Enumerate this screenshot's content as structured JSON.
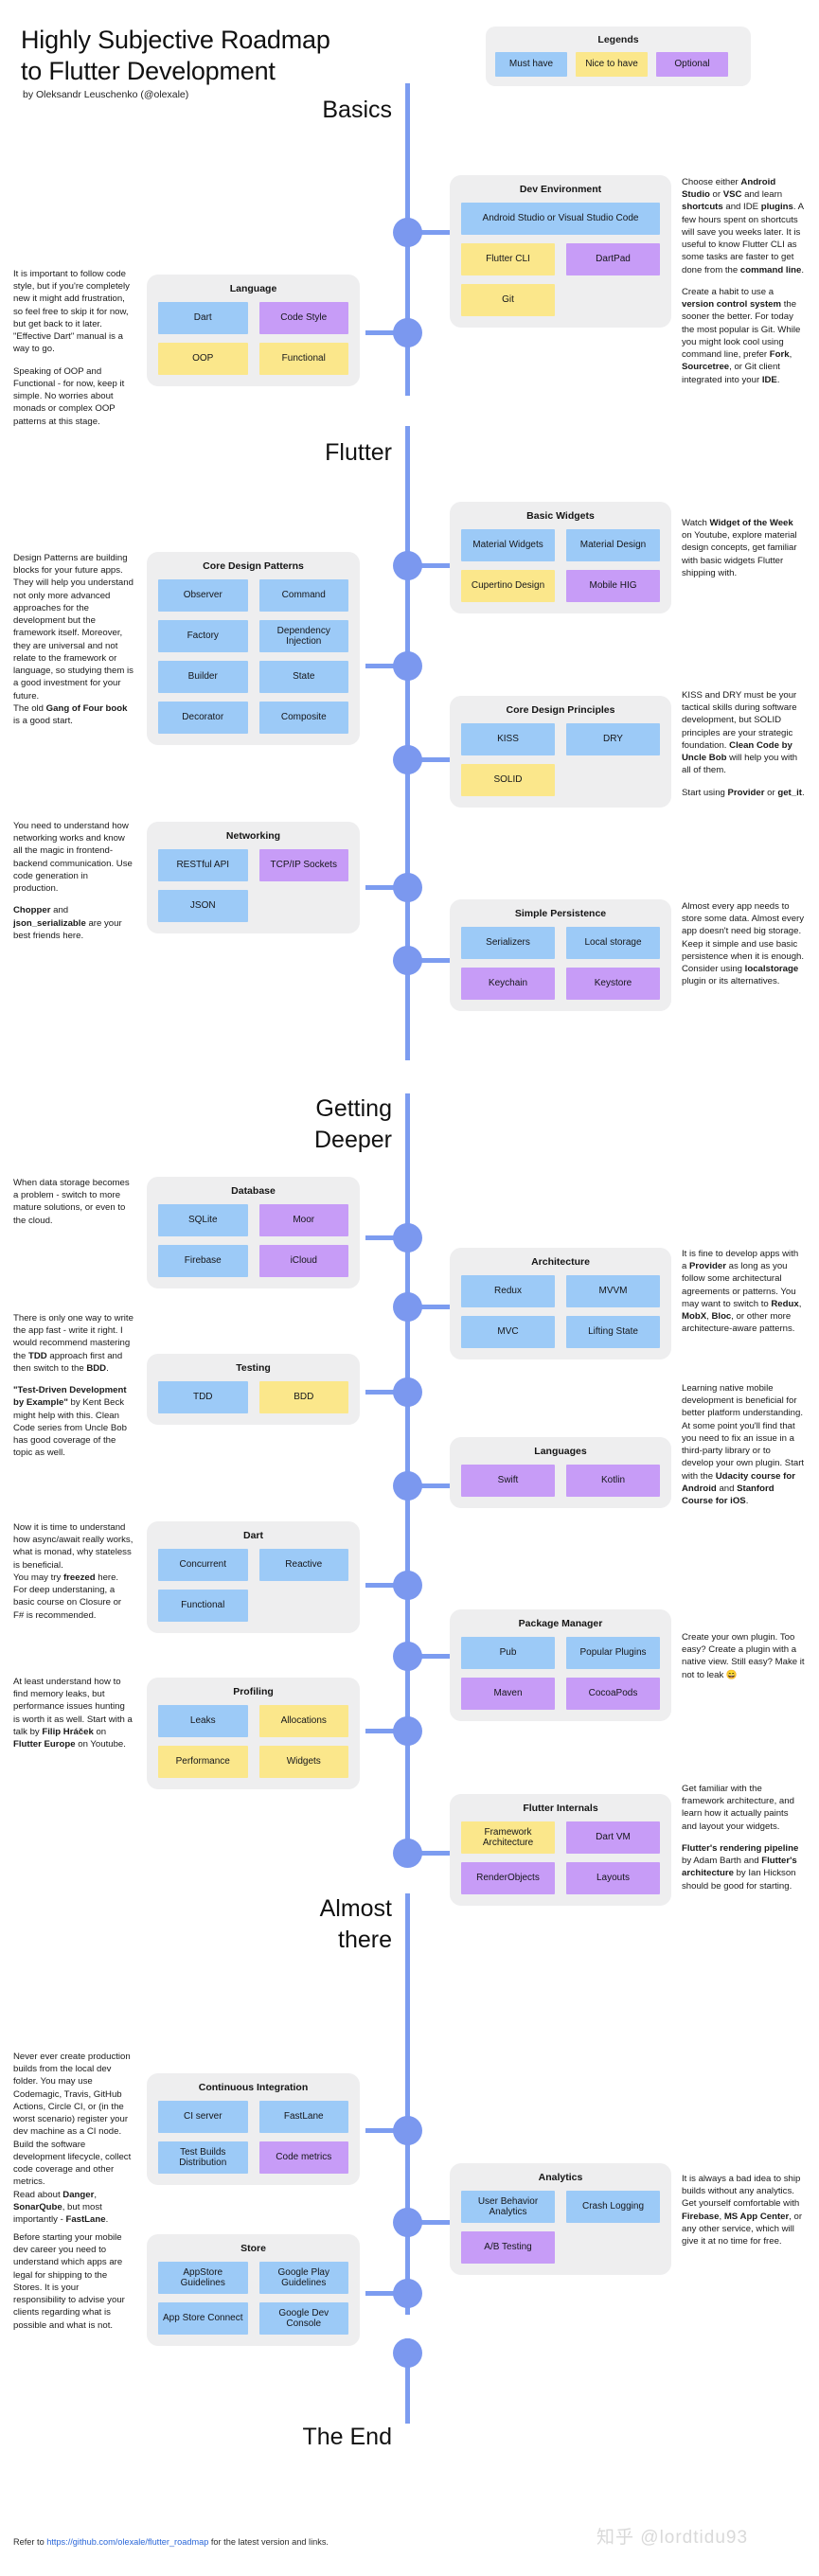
{
  "header": {
    "title_line1": "Highly Subjective Roadmap",
    "title_line2": "to Flutter Development",
    "byline": "by Oleksandr Leuschenko (@olexale)"
  },
  "legends": {
    "title": "Legends",
    "items": [
      {
        "label": "Must have",
        "color": "#9ccaf7"
      },
      {
        "label": "Nice to have",
        "color": "#fbe78b"
      },
      {
        "label": "Optional",
        "color": "#c79cf7"
      }
    ]
  },
  "stages": [
    {
      "name": "Basics"
    },
    {
      "name": "Flutter"
    },
    {
      "name": "Getting"
    },
    {
      "name": "Deeper"
    },
    {
      "name": "Almost"
    },
    {
      "name": "there"
    },
    {
      "name": "The End"
    }
  ],
  "cards": {
    "dev_environment": {
      "title": "Dev Environment",
      "chips": [
        {
          "label": "Android Studio or Visual Studio Code",
          "type": "must"
        },
        {
          "label": "Flutter CLI",
          "type": "nice"
        },
        {
          "label": "DartPad",
          "type": "opt"
        },
        {
          "label": "Git",
          "type": "nice"
        }
      ]
    },
    "language": {
      "title": "Language",
      "chips": [
        {
          "label": "Dart",
          "type": "must"
        },
        {
          "label": "Code Style",
          "type": "opt"
        },
        {
          "label": "OOP",
          "type": "nice"
        },
        {
          "label": "Functional",
          "type": "nice"
        }
      ]
    },
    "basic_widgets": {
      "title": "Basic Widgets",
      "chips": [
        {
          "label": "Material Widgets",
          "type": "must"
        },
        {
          "label": "Material Design",
          "type": "must"
        },
        {
          "label": "Cupertino Design",
          "type": "nice"
        },
        {
          "label": "Mobile HIG",
          "type": "opt"
        }
      ]
    },
    "core_design_patterns": {
      "title": "Core Design Patterns",
      "chips": [
        {
          "label": "Observer",
          "type": "must"
        },
        {
          "label": "Command",
          "type": "must"
        },
        {
          "label": "Factory",
          "type": "must"
        },
        {
          "label": "Dependency Injection",
          "type": "must"
        },
        {
          "label": "Builder",
          "type": "must"
        },
        {
          "label": "State",
          "type": "must"
        },
        {
          "label": "Decorator",
          "type": "must"
        },
        {
          "label": "Composite",
          "type": "must"
        }
      ]
    },
    "core_design_principles": {
      "title": "Core Design Principles",
      "chips": [
        {
          "label": "KISS",
          "type": "must"
        },
        {
          "label": "DRY",
          "type": "must"
        },
        {
          "label": "SOLID",
          "type": "nice"
        }
      ]
    },
    "networking": {
      "title": "Networking",
      "chips": [
        {
          "label": "RESTful API",
          "type": "must"
        },
        {
          "label": "TCP/IP Sockets",
          "type": "opt"
        },
        {
          "label": "JSON",
          "type": "must"
        }
      ]
    },
    "simple_persistence": {
      "title": "Simple Persistence",
      "chips": [
        {
          "label": "Serializers",
          "type": "must"
        },
        {
          "label": "Local storage",
          "type": "must"
        },
        {
          "label": "Keychain",
          "type": "opt"
        },
        {
          "label": "Keystore",
          "type": "opt"
        }
      ]
    },
    "database": {
      "title": "Database",
      "chips": [
        {
          "label": "SQLite",
          "type": "must"
        },
        {
          "label": "Moor",
          "type": "opt"
        },
        {
          "label": "Firebase",
          "type": "must"
        },
        {
          "label": "iCloud",
          "type": "opt"
        }
      ]
    },
    "architecture": {
      "title": "Architecture",
      "chips": [
        {
          "label": "Redux",
          "type": "must"
        },
        {
          "label": "MVVM",
          "type": "must"
        },
        {
          "label": "MVC",
          "type": "must"
        },
        {
          "label": "Lifting State",
          "type": "must"
        }
      ]
    },
    "testing": {
      "title": "Testing",
      "chips": [
        {
          "label": "TDD",
          "type": "must"
        },
        {
          "label": "BDD",
          "type": "nice"
        }
      ]
    },
    "languages": {
      "title": "Languages",
      "chips": [
        {
          "label": "Swift",
          "type": "opt"
        },
        {
          "label": "Kotlin",
          "type": "opt"
        }
      ]
    },
    "dart": {
      "title": "Dart",
      "chips": [
        {
          "label": "Concurrent",
          "type": "must"
        },
        {
          "label": "Reactive",
          "type": "must"
        },
        {
          "label": "Functional",
          "type": "must"
        }
      ]
    },
    "package_manager": {
      "title": "Package Manager",
      "chips": [
        {
          "label": "Pub",
          "type": "must"
        },
        {
          "label": "Popular Plugins",
          "type": "must"
        },
        {
          "label": "Maven",
          "type": "opt"
        },
        {
          "label": "CocoaPods",
          "type": "opt"
        }
      ]
    },
    "profiling": {
      "title": "Profiling",
      "chips": [
        {
          "label": "Leaks",
          "type": "must"
        },
        {
          "label": "Allocations",
          "type": "nice"
        },
        {
          "label": "Performance",
          "type": "nice"
        },
        {
          "label": "Widgets",
          "type": "nice"
        }
      ]
    },
    "flutter_internals": {
      "title": "Flutter Internals",
      "chips": [
        {
          "label": "Framework Architecture",
          "type": "nice"
        },
        {
          "label": "Dart VM",
          "type": "opt"
        },
        {
          "label": "RenderObjects",
          "type": "opt"
        },
        {
          "label": "Layouts",
          "type": "opt"
        }
      ]
    },
    "continuous_integration": {
      "title": "Continuous Integration",
      "chips": [
        {
          "label": "CI server",
          "type": "must"
        },
        {
          "label": "FastLane",
          "type": "must"
        },
        {
          "label": "Test Builds Distribution",
          "type": "must"
        },
        {
          "label": "Code metrics",
          "type": "opt"
        }
      ]
    },
    "analytics": {
      "title": "Analytics",
      "chips": [
        {
          "label": "User Behavior Analytics",
          "type": "must"
        },
        {
          "label": "Crash Logging",
          "type": "must"
        },
        {
          "label": "A/B Testing",
          "type": "opt"
        }
      ]
    },
    "store": {
      "title": "Store",
      "chips": [
        {
          "label": "AppStore Guidelines",
          "type": "must"
        },
        {
          "label": "Google Play Guidelines",
          "type": "must"
        },
        {
          "label": "App Store Connect",
          "type": "must"
        },
        {
          "label": "Google Dev Console",
          "type": "must"
        }
      ]
    }
  },
  "notes": {
    "dev_environment": [
      "Choose either <b>Android Studio</b> or <b>VSC</b> and learn <b>shortcuts</b> and IDE <b>plugins</b>. A few hours spent on shortcuts will save you weeks later. It is useful to know Flutter CLI as some tasks are faster to get done from the <b>command line</b>.",
      "Create a habit to use a <b>version control system</b> the sooner the better. For today the most popular is Git. While you might look cool using command line, prefer <b>Fork</b>, <b>Sourcetree</b>, or Git client integrated into your <b>IDE</b>."
    ],
    "language": [
      "It is important to follow code style, but if you're completely new it might add frustration, so feel free to skip it for now, but get back to it later. \"Effective Dart\" manual is a way to go.",
      "Speaking of OOP and Functional - for now, keep it simple. No worries about monads or complex OOP patterns at this stage."
    ],
    "basic_widgets": [
      "Watch <b>Widget of the Week</b> on Youtube, explore material design concepts, get familiar with basic widgets Flutter shipping with."
    ],
    "core_design_patterns": [
      "Design Patterns are building blocks for your future apps. They will help you understand not only more advanced approaches for the development but the framework itself. Moreover, they are universal and not relate to the framework or language, so studying them is a good investment for your future.<br>The old <b>Gang of Four book</b> is a good start."
    ],
    "core_design_principles": [
      "KISS and DRY must be your tactical skills during software development, but SOLID principles are your strategic foundation. <b>Clean Code by Uncle Bob</b> will help you with all of them.",
      "Start using <b>Provider</b> or <b>get_it</b>."
    ],
    "networking": [
      "You need to understand how networking works and know all the magic in frontend-backend communication. Use code generation in production.",
      "<b>Chopper</b> and <b>json_serializable</b> are your best friends here."
    ],
    "simple_persistence": [
      "Almost every app needs to store some data. Almost every app doesn't need big storage. Keep it simple and use basic persistence when it is enough. Consider using <b>localstorage</b> plugin or its alternatives."
    ],
    "database": [
      "When data storage becomes a problem - switch to more mature solutions, or even to the cloud."
    ],
    "architecture": [
      "It is fine to develop apps with a <b>Provider</b> as long as you follow some architectural agreements or patterns. You may want to switch to <b>Redux</b>, <b>MobX</b>, <b>Bloc</b>, or other more architecture-aware patterns."
    ],
    "testing": [
      "There is only one way to write the app fast - write it right. I would recommend mastering the <b>TDD</b> approach first and then switch to the <b>BDD</b>.",
      "<b>\"Test-Driven Development by Example\"</b> by Kent Beck might help with this. Clean Code series from Uncle Bob has good coverage of the topic as well."
    ],
    "languages": [
      "Learning native mobile development is beneficial for better platform understanding. At some point you'll find that you need to fix an issue in a third-party library or to develop your own plugin. Start with the <b>Udacity course for Android</b> and <b>Stanford Course for iOS</b>."
    ],
    "dart": [
      "Now it is time to understand how async/await really works, what is monad, why stateless is beneficial.<br>You may try <b>freezed</b> here.<br>For deep understaning, a basic course on Closure or F# is recommended."
    ],
    "package_manager": [
      "Create your own plugin. Too easy? Create a plugin with a native view. Still easy? Make it not to leak 😄"
    ],
    "profiling": [
      "At least understand how to find memory leaks, but performance issues hunting is worth it as well. Start with a talk by <b>Filip Hráček</b> on <b>Flutter Europe</b> on Youtube."
    ],
    "flutter_internals": [
      "Get familiar with the framework architecture, and learn how it actually paints and layout your widgets.",
      "<b>Flutter's rendering pipeline</b> by Adam Barth and <b>Flutter's architecture</b> by Ian Hickson should be good for starting."
    ],
    "continuous_integration": [
      "Never ever create production builds from the local dev folder. You may use Codemagic, Travis, GitHub Actions, Circle CI, or (in the worst scenario) register your dev machine as a CI node. Build the software development lifecycle, collect code coverage and other metrics.<br>Read about <b>Danger</b>, <b>SonarQube</b>, but most importantly - <b>FastLane</b>."
    ],
    "analytics": [
      "It is always a bad idea to ship builds without any analytics. Get yourself comfortable with <b>Firebase</b>, <b>MS App Center</b>, or any other service, which will give it at no time for free."
    ],
    "store": [
      "Before starting your mobile dev career you need to understand which apps are legal for shipping to the Stores. It is your responsibility to advise your clients regarding what is possible and what is not."
    ]
  },
  "footer": {
    "prefix": "Refer to ",
    "link": "https://github.com/olexale/flutter_roadmap",
    "suffix": " for the latest version and links."
  },
  "watermark": "知乎 @lordtidu93"
}
